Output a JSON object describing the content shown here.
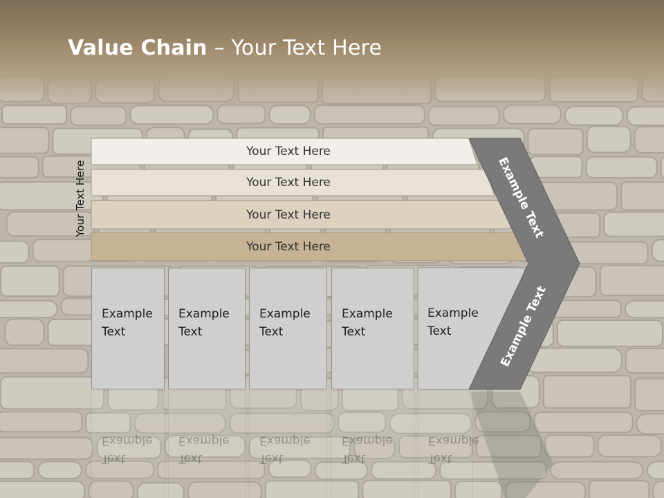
{
  "slide": {
    "title_bold": "Value Chain",
    "title_rest": " – Your Text Here"
  },
  "side_label": "Your Text Here",
  "bars": [
    {
      "label": "Your Text Here",
      "fill": "#f2efea"
    },
    {
      "label": "Your Text Here",
      "fill": "#e8e1d5"
    },
    {
      "label": "Your Text Here",
      "fill": "#ddd2bf"
    },
    {
      "label": "Your Text Here",
      "fill": "#c6b396"
    }
  ],
  "columns": [
    {
      "line1": "Example",
      "line2": "Text"
    },
    {
      "line1": "Example",
      "line2": "Text"
    },
    {
      "line1": "Example",
      "line2": "Text"
    },
    {
      "line1": "Example",
      "line2": "Text"
    },
    {
      "line1": "Example",
      "line2": "Text"
    }
  ],
  "arrow": {
    "upper_text": "Example Text",
    "lower_text": "Example Text",
    "fill": "#7a7a7a"
  }
}
